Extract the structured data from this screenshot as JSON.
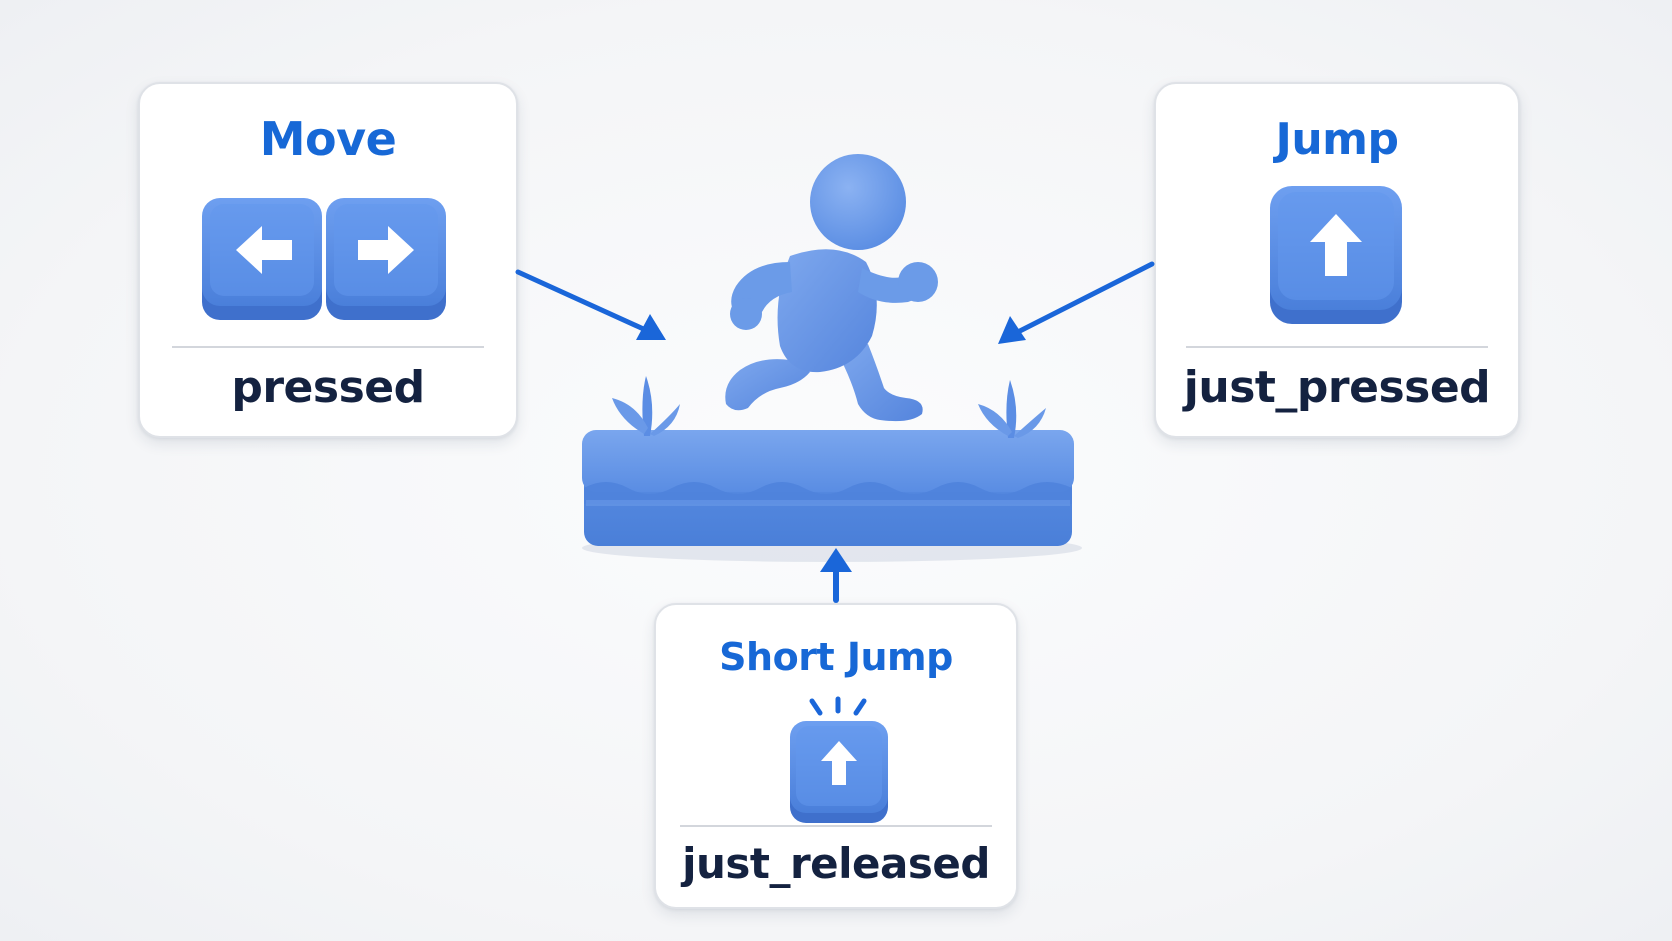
{
  "cards": {
    "move": {
      "title": "Move",
      "label": "pressed",
      "keys": [
        "arrow-left-icon",
        "arrow-right-icon"
      ]
    },
    "jump": {
      "title": "Jump",
      "label": "just_pressed",
      "keys": [
        "arrow-up-icon"
      ]
    },
    "short_jump": {
      "title": "Short Jump",
      "label": "just_released",
      "keys": [
        "arrow-up-icon"
      ]
    }
  },
  "colors": {
    "title_blue": "#1768d6",
    "label_navy": "#142240",
    "key_blue": "#5b8ee6",
    "key_blue_dark": "#3f72d0",
    "figure_blue": "#6b9be8",
    "arrow_blue": "#1a66d9",
    "card_border": "#dfe2e7",
    "background": "#f6f7f9"
  }
}
